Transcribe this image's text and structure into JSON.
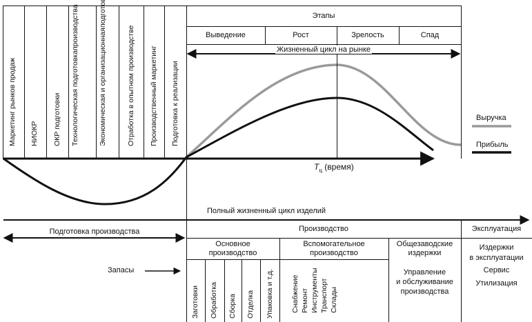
{
  "prep_stages": [
    "Маркетинг рынков продаж",
    "НИОКР",
    "ОКР подготовки",
    [
      "Технологическая подготовка",
      "производства"
    ],
    [
      "Экономическая и организационная",
      "подготовка"
    ],
    "Отработка в опытном производстве",
    "Производственный маркетинг",
    "Подготовка к реализации"
  ],
  "stages_header": "Этапы",
  "market_stages": [
    "Выведение",
    "Рост",
    "Зрелость",
    "Спад"
  ],
  "market_cycle_label": "Жизненный цикл на рынке",
  "time_axis_label": "T",
  "time_axis_subscript": "ц",
  "time_axis_suffix": " (время)",
  "legend": [
    {
      "label": "Выручка",
      "color": "#9a9a9a"
    },
    {
      "label": "Прибыль",
      "color": "#111111"
    }
  ],
  "full_cycle_label": "Полный жизненный цикл изделий",
  "phases": {
    "preparation": "Подготовка производства",
    "production": "Производство",
    "operation": "Эксплуатация"
  },
  "production_groups": {
    "main": [
      "Основное",
      "производство"
    ],
    "auxiliary": [
      "Вспомогательное",
      "производство"
    ],
    "general": [
      "Общезаводские",
      "издержки"
    ]
  },
  "main_ops": [
    "Заготовки",
    "Обработка",
    "Сборка",
    "Отделка",
    "Упаковка и т.д."
  ],
  "aux_ops": [
    "Снабжение",
    "Ремонт",
    "Инструменты",
    "Транспорт",
    "Склады"
  ],
  "general_text": [
    "Управление",
    "и обслуживание",
    "производства"
  ],
  "operation_items": [
    "Издержки",
    "в эксплуатации",
    "Сервис",
    "Утилизация"
  ],
  "stocks_label": "Запасы"
}
